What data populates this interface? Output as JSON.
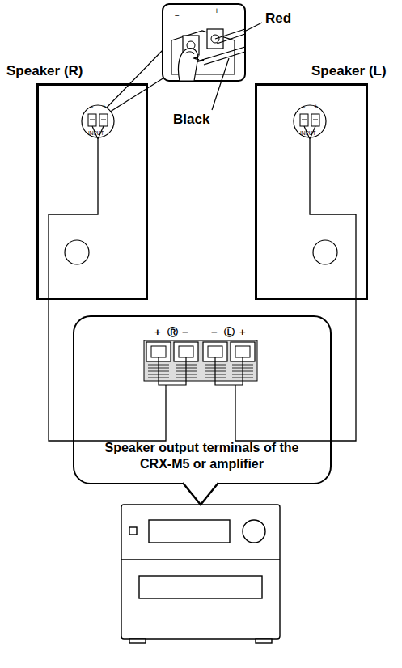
{
  "diagram": {
    "nodes": [
      {
        "text": [
          "Speaker (R)"
        ]
      },
      {
        "text": [
          "−",
          "+",
          "INPUT"
        ],
        "in": 0
      },
      {
        "text": [
          "Speaker (L)"
        ]
      },
      {
        "text": [
          "−",
          "+",
          "INPUT"
        ],
        "in": 2
      },
      {
        "text": [
          "Speaker output terminals of the CRX-M5 or amplifier"
        ]
      },
      {
        "text": [
          "+",
          "Ⓡ",
          "−",
          "−",
          "Ⓛ",
          "+"
        ],
        "in": 4
      }
    ],
    "edges": [
      {
        "from": 1,
        "to": 5,
        "arrow": "none"
      },
      {
        "from": 3,
        "to": 5,
        "arrow": "none"
      }
    ],
    "labels": [
      "+",
      "−",
      "Red",
      "Black"
    ]
  }
}
